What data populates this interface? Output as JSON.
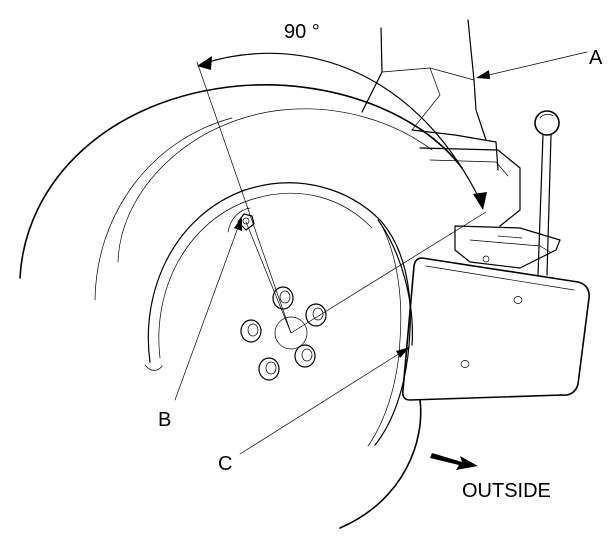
{
  "angle_label": "90 °",
  "callouts": {
    "a": "A",
    "b": "B",
    "c": "C"
  },
  "direction_label": "OUTSIDE",
  "colors": {
    "ink": "#000000",
    "paper": "#ffffff"
  }
}
